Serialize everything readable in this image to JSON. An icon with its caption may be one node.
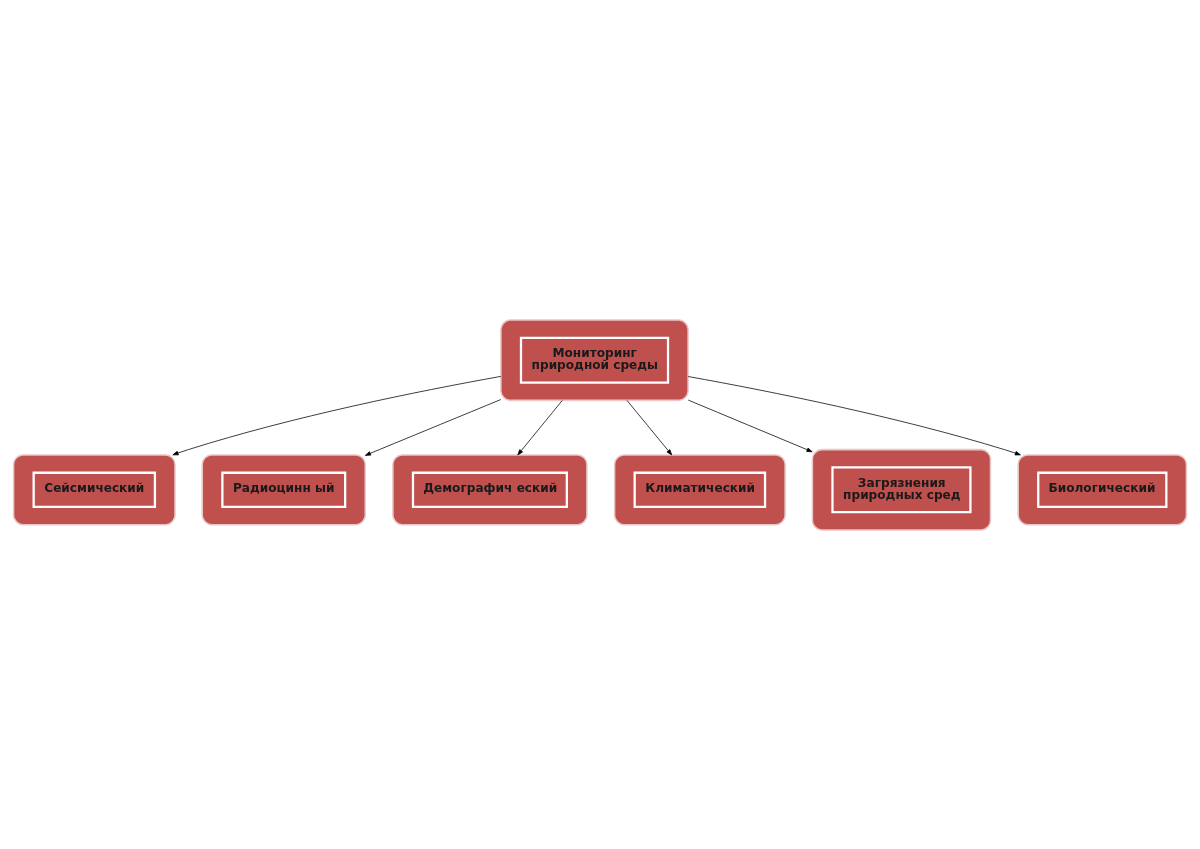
{
  "diagram": {
    "nodes": [
      {
        "text": [
          "Сейсмический"
        ]
      },
      {
        "text": [
          "Мониторинг природной среды"
        ]
      },
      {
        "text": [
          "Радиоцинн ый"
        ]
      },
      {
        "text": [
          "Демографич еский"
        ]
      },
      {
        "text": [
          "Климатический"
        ]
      },
      {
        "text": [
          "Загрязнения природных сред"
        ]
      },
      {
        "text": [
          "Биологический"
        ]
      }
    ],
    "edges": [
      {
        "from": 1,
        "to": 0,
        "arrow": "to"
      },
      {
        "from": 1,
        "to": 2,
        "arrow": "to"
      },
      {
        "from": 1,
        "to": 3,
        "arrow": "to"
      },
      {
        "from": 1,
        "to": 4,
        "arrow": "to"
      },
      {
        "from": 1,
        "to": 5,
        "arrow": "to"
      },
      {
        "from": 1,
        "to": 6,
        "arrow": "to"
      }
    ]
  }
}
